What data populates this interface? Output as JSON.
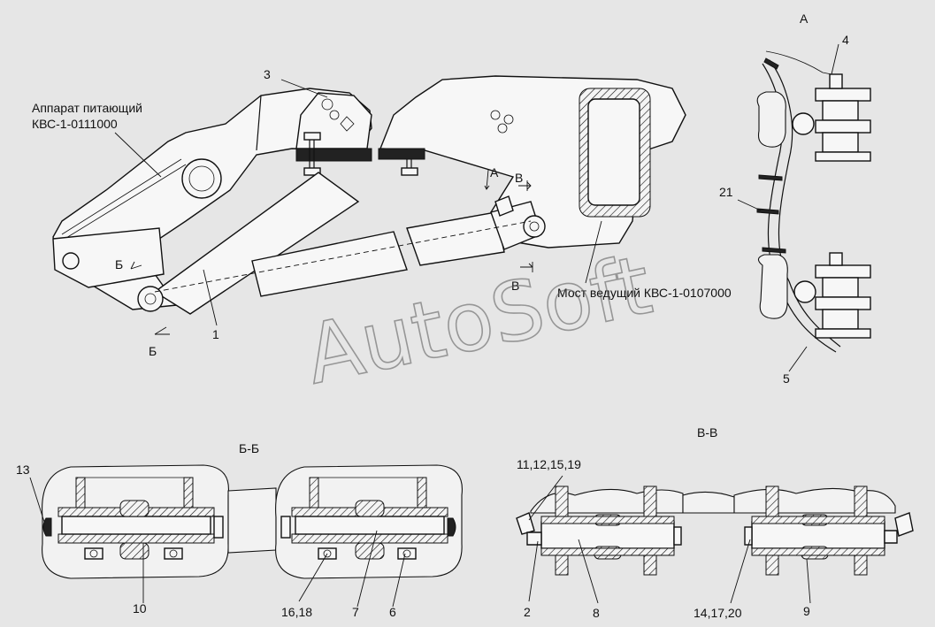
{
  "labels": {
    "feeder": [
      "Аппарат питающий",
      "КВС-1-0111000"
    ],
    "axle": "Мост ведущий КВС-1-0107000",
    "view_a": "А",
    "section_bb": "Б-Б",
    "section_vv": "В-В",
    "mark_a": "А",
    "mark_b1": "Б",
    "mark_b2": "Б",
    "mark_v1": "В",
    "mark_v2": "В",
    "p1": "1",
    "p2": "2",
    "p3": "3",
    "p4": "4",
    "p5": "5",
    "p6": "6",
    "p7": "7",
    "p8": "8",
    "p9": "9",
    "p10": "10",
    "p13": "13",
    "p21": "21",
    "p11_12_15_19": "11,12,15,19",
    "p14_17_20": "14,17,20",
    "p16_18": "16,18"
  },
  "watermark": "AutoSoft"
}
